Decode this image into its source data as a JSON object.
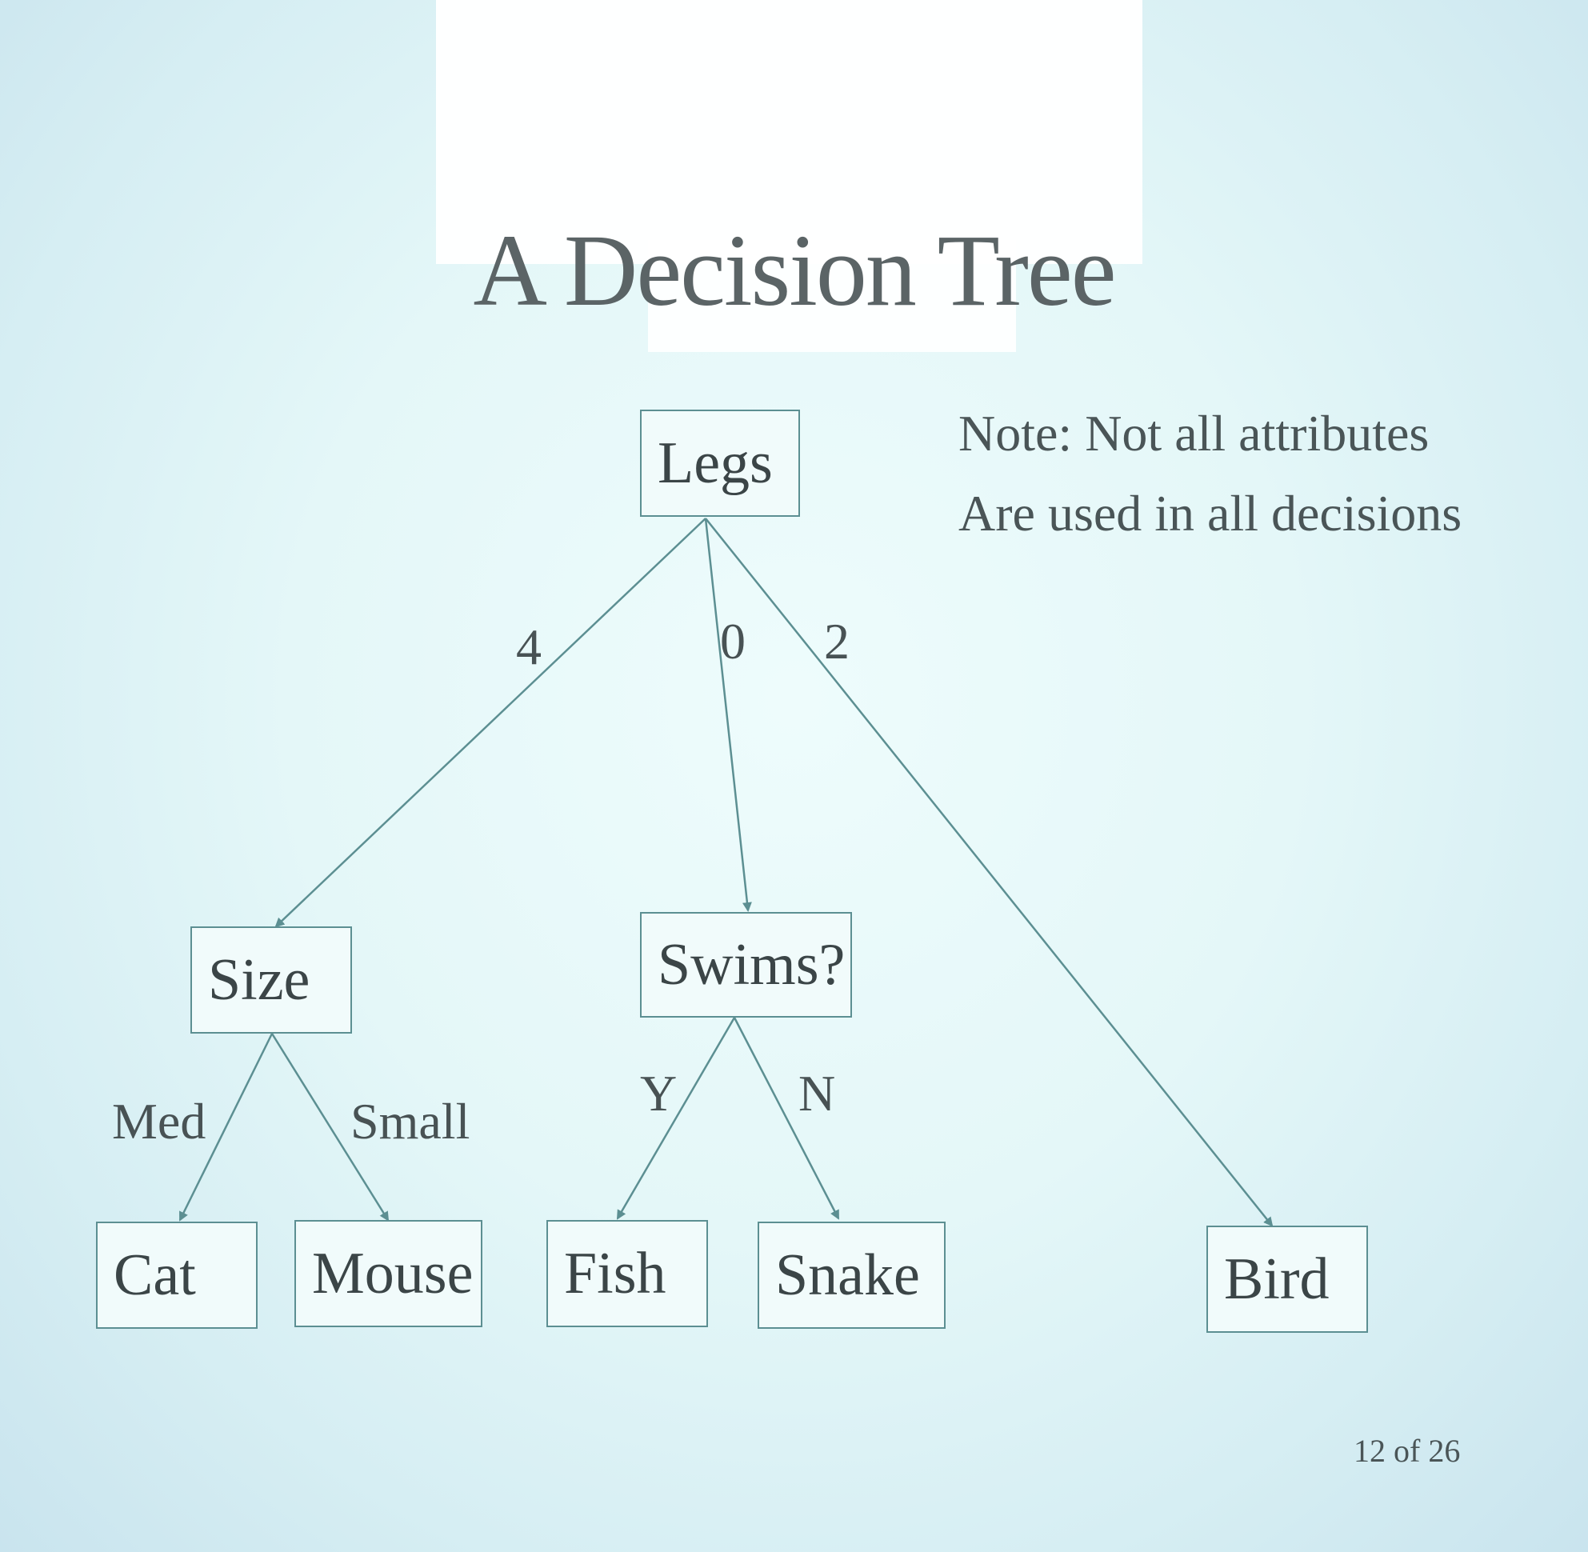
{
  "title": "A Decision Tree",
  "note": {
    "line1": "Note: Not all attributes",
    "line2": "Are used in all decisions"
  },
  "nodes": {
    "legs": "Legs",
    "size": "Size",
    "swims": "Swims?",
    "cat": "Cat",
    "mouse": "Mouse",
    "fish": "Fish",
    "snake": "Snake",
    "bird": "Bird"
  },
  "edges": {
    "legs_4": "4",
    "legs_0": "0",
    "legs_2": "2",
    "size_med": "Med",
    "size_small": "Small",
    "swims_y": "Y",
    "swims_n": "N"
  },
  "page_number": "12 of 26",
  "colors": {
    "background": "#e4f7f8",
    "line": "#5c8f92",
    "text": "#3d4a4c"
  }
}
